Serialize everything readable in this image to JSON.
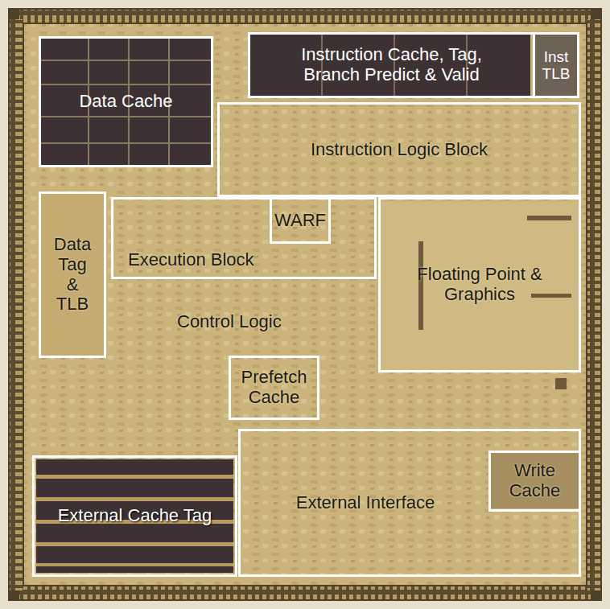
{
  "diagram": {
    "nodes": [
      {
        "text": [
          "Data Cache"
        ]
      },
      {
        "text": [
          "Instruction Cache, Tag, Branch Predict & Valid"
        ]
      },
      {
        "text": [
          "Inst TLB"
        ]
      },
      {
        "text": [
          "Instruction Logic Block"
        ]
      },
      {
        "text": [
          "Data Tag & TLB"
        ]
      },
      {
        "text": [
          "Execution Block"
        ]
      },
      {
        "text": [
          "WARF"
        ],
        "in": 5
      },
      {
        "text": [
          "Floating Point & Graphics"
        ]
      },
      {
        "text": [
          "Prefetch Cache"
        ]
      },
      {
        "text": [
          "External Cache Tag"
        ]
      },
      {
        "text": [
          "External Interface"
        ]
      },
      {
        "text": [
          "Write Cache"
        ],
        "in": 10
      }
    ],
    "labels": [
      "Control Logic"
    ]
  }
}
